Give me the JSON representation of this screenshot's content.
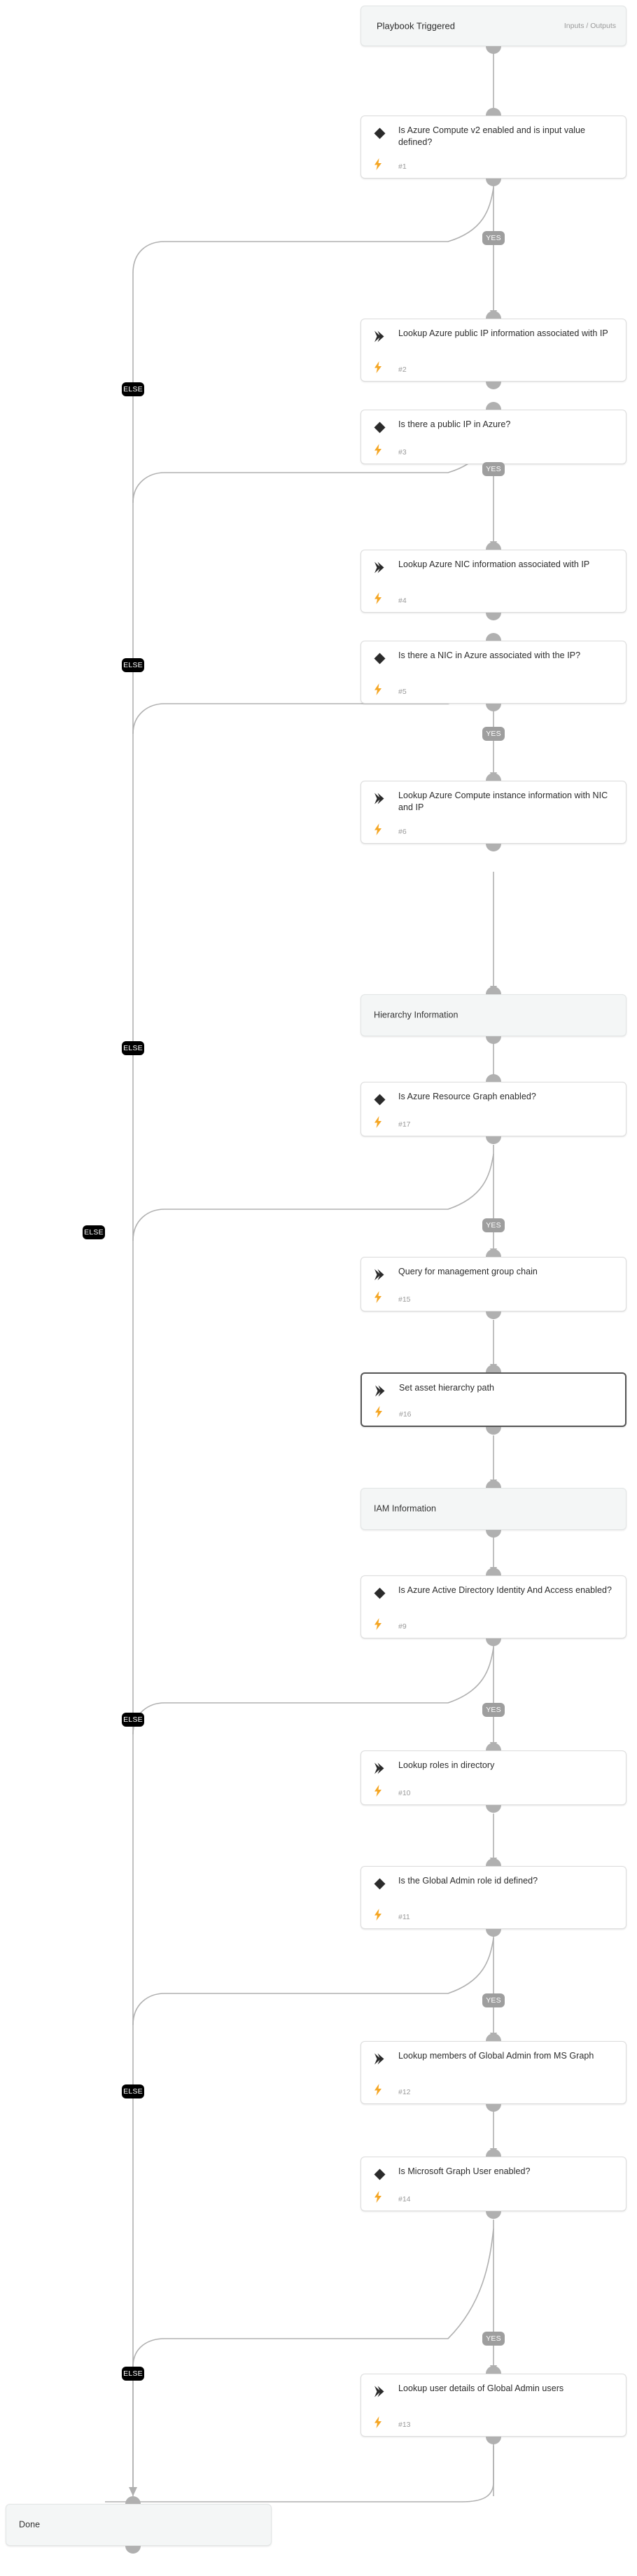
{
  "diagram": {
    "type": "playbook-workflow",
    "title": "Playbook Triggered",
    "colors": {
      "yes_badge": "#9e9e9e",
      "else_badge": "#000000",
      "edge": "#b0b0b0",
      "bolt": "#f5a623",
      "section_bg": "#f4f6f6",
      "node_border": "#dcdcdc",
      "selected_border": "#555555"
    },
    "badges": {
      "yes": "YES",
      "else": "ELSE"
    }
  },
  "trigger": {
    "label": "Playbook Triggered",
    "io_label": "Inputs / Outputs"
  },
  "nodes": [
    {
      "id": "n1",
      "kind": "decision",
      "title": "Is Azure Compute v2 enabled and is input value defined?",
      "num": "#1"
    },
    {
      "id": "n2",
      "kind": "action",
      "title": "Lookup Azure public IP information associated with IP",
      "num": "#2"
    },
    {
      "id": "n3",
      "kind": "decision",
      "title": "Is there a public IP in Azure?",
      "num": "#3"
    },
    {
      "id": "n4",
      "kind": "action",
      "title": "Lookup Azure NIC information associated with IP",
      "num": "#4"
    },
    {
      "id": "n5",
      "kind": "decision",
      "title": "Is there a NIC in Azure associated with the IP?",
      "num": "#5"
    },
    {
      "id": "n6",
      "kind": "action",
      "title": "Lookup Azure Compute instance information with NIC and IP",
      "num": "#6"
    },
    {
      "id": "s1",
      "kind": "section",
      "title": "Hierarchy Information",
      "num": ""
    },
    {
      "id": "n17",
      "kind": "decision",
      "title": "Is Azure Resource Graph enabled?",
      "num": "#17"
    },
    {
      "id": "n15",
      "kind": "action",
      "title": "Query for management group chain",
      "num": "#15"
    },
    {
      "id": "n16",
      "kind": "action",
      "title": "Set asset hierarchy path",
      "num": "#16",
      "selected": true
    },
    {
      "id": "s2",
      "kind": "section",
      "title": "IAM Information",
      "num": ""
    },
    {
      "id": "n9",
      "kind": "decision",
      "title": "Is Azure Active Directory Identity And Access enabled?",
      "num": "#9"
    },
    {
      "id": "n10",
      "kind": "action",
      "title": "Lookup roles in directory",
      "num": "#10"
    },
    {
      "id": "n11",
      "kind": "decision",
      "title": "Is the Global Admin role id defined?",
      "num": "#11"
    },
    {
      "id": "n12",
      "kind": "action",
      "title": "Lookup members of Global Admin from MS Graph",
      "num": "#12"
    },
    {
      "id": "n14",
      "kind": "decision",
      "title": "Is Microsoft Graph User enabled?",
      "num": "#14"
    },
    {
      "id": "n13",
      "kind": "action",
      "title": "Lookup user details of Global Admin users",
      "num": "#13"
    },
    {
      "id": "done",
      "kind": "section",
      "title": "Done",
      "num": ""
    }
  ],
  "yes_badges": [
    {
      "for": "#1",
      "label": "YES"
    },
    {
      "for": "#3",
      "label": "YES"
    },
    {
      "for": "#5",
      "label": "YES"
    },
    {
      "for": "#17",
      "label": "YES"
    },
    {
      "for": "#9",
      "label": "YES"
    },
    {
      "for": "#11",
      "label": "YES"
    },
    {
      "for": "#14",
      "label": "YES"
    }
  ],
  "else_badges": [
    {
      "for": "#1",
      "label": "ELSE"
    },
    {
      "for": "#3",
      "label": "ELSE"
    },
    {
      "for": "#5",
      "label": "ELSE"
    },
    {
      "for": "#17",
      "label": "ELSE"
    },
    {
      "for": "#9",
      "label": "ELSE"
    },
    {
      "for": "#11",
      "label": "ELSE"
    },
    {
      "for": "#14",
      "label": "ELSE"
    }
  ],
  "icons": {
    "decision": "diamond-icon",
    "action": "chevron-right-icon",
    "bolt": "lightning-bolt-icon"
  }
}
